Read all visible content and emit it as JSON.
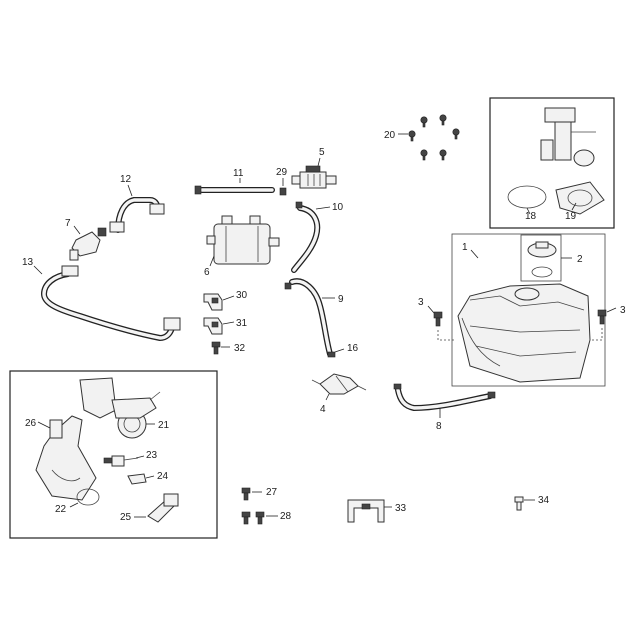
{
  "diagram": {
    "labels": {
      "p1": "1",
      "p2": "2",
      "p3a": "3",
      "p3b": "3",
      "p4": "4",
      "p5": "5",
      "p6": "6",
      "p7": "7",
      "p8": "8",
      "p9": "9",
      "p10": "10",
      "p11": "11",
      "p12": "12",
      "p13": "13",
      "p16": "16",
      "p18": "18",
      "p19": "19",
      "p20": "20",
      "p21": "21",
      "p22": "22",
      "p23": "23",
      "p24": "24",
      "p25": "25",
      "p26": "26",
      "p27": "27",
      "p28": "28",
      "p29": "29",
      "p30": "30",
      "p31": "31",
      "p32": "32",
      "p33": "33",
      "p34": "34"
    }
  }
}
